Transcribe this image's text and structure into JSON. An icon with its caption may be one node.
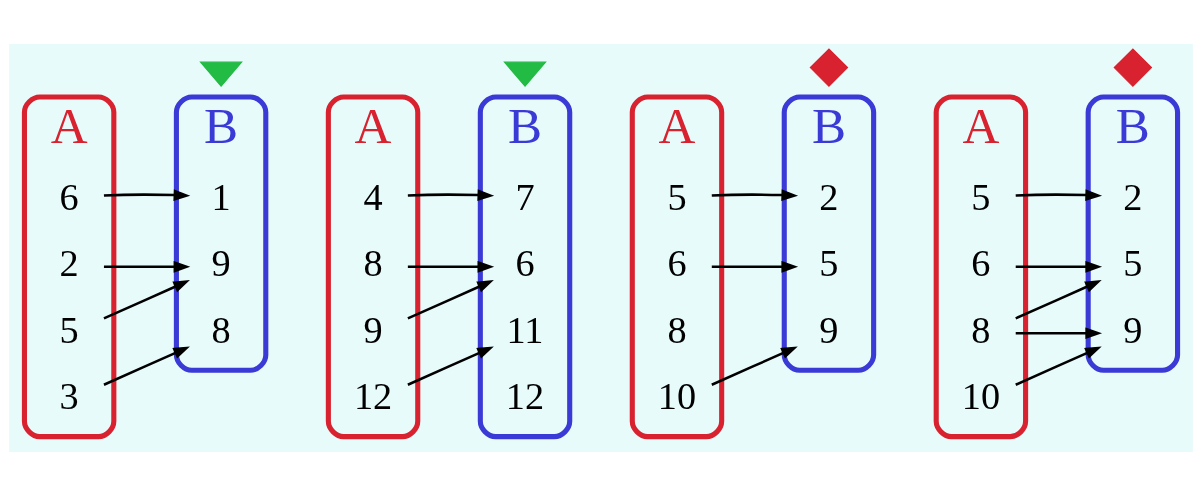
{
  "diagram": {
    "nodes": [
      {
        "text": [
          "A"
        ]
      },
      {
        "text": [
          "6"
        ],
        "in": 0
      },
      {
        "text": [
          "2"
        ],
        "in": 0
      },
      {
        "text": [
          "5"
        ],
        "in": 0
      },
      {
        "text": [
          "3"
        ],
        "in": 0
      },
      {
        "text": [
          "B"
        ]
      },
      {
        "text": [
          "1"
        ],
        "in": 5
      },
      {
        "text": [
          "9"
        ],
        "in": 5
      },
      {
        "text": [
          "8"
        ],
        "in": 5
      },
      {
        "text": [],
        "shape": "check"
      },
      {
        "text": [
          "A"
        ]
      },
      {
        "text": [
          "4"
        ],
        "in": 10
      },
      {
        "text": [
          "8"
        ],
        "in": 10
      },
      {
        "text": [
          "9"
        ],
        "in": 10
      },
      {
        "text": [
          "12"
        ],
        "in": 10
      },
      {
        "text": [
          "B"
        ]
      },
      {
        "text": [
          "7"
        ],
        "in": 15
      },
      {
        "text": [
          "6"
        ],
        "in": 15
      },
      {
        "text": [
          "11"
        ],
        "in": 15
      },
      {
        "text": [
          "12"
        ],
        "in": 15
      },
      {
        "text": [],
        "shape": "check"
      },
      {
        "text": [
          "A"
        ]
      },
      {
        "text": [
          "5"
        ],
        "in": 21
      },
      {
        "text": [
          "6"
        ],
        "in": 21
      },
      {
        "text": [
          "8"
        ],
        "in": 21
      },
      {
        "text": [
          "10"
        ],
        "in": 21
      },
      {
        "text": [
          "B"
        ]
      },
      {
        "text": [
          "2"
        ],
        "in": 26
      },
      {
        "text": [
          "5"
        ],
        "in": 26
      },
      {
        "text": [
          "9"
        ],
        "in": 26
      },
      {
        "text": [],
        "shape": "cross"
      },
      {
        "text": [
          "A"
        ]
      },
      {
        "text": [
          "5"
        ],
        "in": 31
      },
      {
        "text": [
          "6"
        ],
        "in": 31
      },
      {
        "text": [
          "8"
        ],
        "in": 31
      },
      {
        "text": [
          "10"
        ],
        "in": 31
      },
      {
        "text": [
          "B"
        ]
      },
      {
        "text": [
          "2"
        ],
        "in": 36
      },
      {
        "text": [
          "5"
        ],
        "in": 36
      },
      {
        "text": [
          "9"
        ],
        "in": 36
      },
      {
        "text": [],
        "shape": "cross"
      }
    ],
    "edges": [
      {
        "from": 1,
        "to": 6,
        "arrow": "to"
      },
      {
        "from": 2,
        "to": 7,
        "arrow": "to"
      },
      {
        "from": 3,
        "to": 7,
        "arrow": "to"
      },
      {
        "from": 4,
        "to": 8,
        "arrow": "to"
      },
      {
        "from": 11,
        "to": 16,
        "arrow": "to"
      },
      {
        "from": 12,
        "to": 17,
        "arrow": "to"
      },
      {
        "from": 13,
        "to": 17,
        "arrow": "to"
      },
      {
        "from": 14,
        "to": 18,
        "arrow": "to"
      },
      {
        "from": 22,
        "to": 27,
        "arrow": "to"
      },
      {
        "from": 23,
        "to": 28,
        "arrow": "to"
      },
      {
        "from": 25,
        "to": 29,
        "arrow": "to"
      },
      {
        "from": 32,
        "to": 37,
        "arrow": "to"
      },
      {
        "from": 33,
        "to": 38,
        "arrow": "to"
      },
      {
        "from": 34,
        "to": 38,
        "arrow": "to"
      },
      {
        "from": 34,
        "to": 39,
        "arrow": "to"
      },
      {
        "from": 35,
        "to": 39,
        "arrow": "to"
      }
    ]
  }
}
